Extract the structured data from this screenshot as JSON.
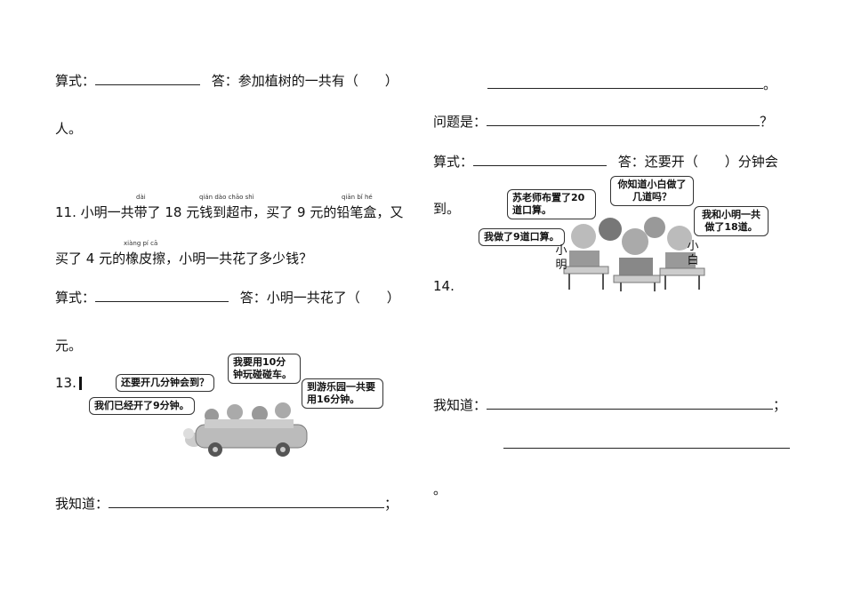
{
  "left": {
    "q_prev": {
      "formula_label": "算式：",
      "answer_text": "答：参加植树的一共有（　　）",
      "unit": "人。"
    },
    "q11": {
      "line1": "11. 小明一共带了 18 元钱到超市，买了 9 元的铅笔盒，又",
      "line2": "买了 4 元的橡皮擦，小明一共花了多少钱？",
      "pinyin": {
        "dai": "dài",
        "qian_dao_chao_shi": "qián dào chāo shì",
        "qian_bi_he": "qiān bǐ  hé",
        "xiang_pi_ca": "xiàng pí  cā"
      },
      "formula_label": "算式：",
      "answer_text": "答：小明一共花了（　　）",
      "unit": "元。"
    },
    "q13": {
      "number": "13.",
      "bubbles": {
        "b1": "还要开几分钟会到？",
        "b2": "我要用10分钟玩碰碰车。",
        "b3": "到游乐园一共要用16分钟。",
        "b4": "我们已经开了9分钟。"
      },
      "know_label": "我知道：",
      "semicolon": "；"
    }
  },
  "right": {
    "q12": {
      "period": "。",
      "question_label": "问题是：",
      "question_mark": "？",
      "formula_label": "算式：",
      "answer_text": "答：还要开（　　）分钟会",
      "unit": "到。",
      "bubbles": {
        "b1": "苏老师布置了20道口算。",
        "b2": "你知道小白做了几道吗？",
        "b3": "我和小明一共做了18道。",
        "b4": "我做了9道口算。"
      },
      "name_left": "小明",
      "name_right": "小白"
    },
    "q14": {
      "number": "14.",
      "know_label": "我知道：",
      "semicolon": "；",
      "period": "。"
    }
  }
}
